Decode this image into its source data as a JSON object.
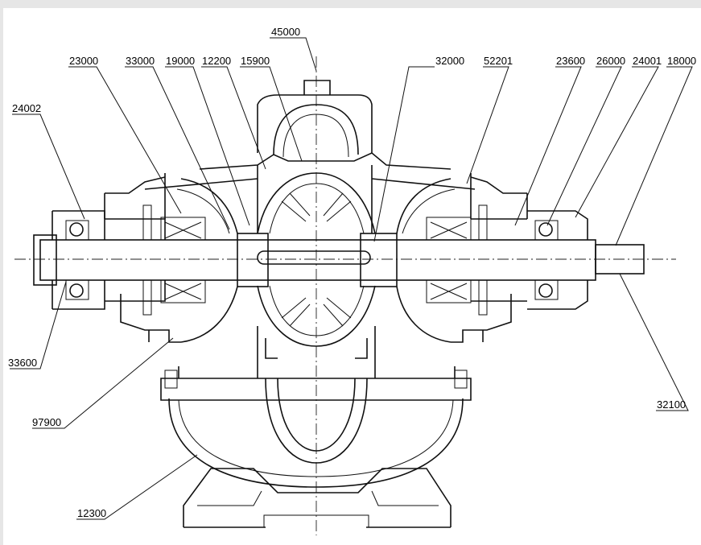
{
  "labels": {
    "l45000": "45000",
    "l23000": "23000",
    "l33000": "33000",
    "l19000": "19000",
    "l12200": "12200",
    "l15900": "15900",
    "l32000": "32000",
    "l52201": "52201",
    "l23600": "23600",
    "l26000": "26000",
    "l24001": "24001",
    "l18000": "18000",
    "l24002": "24002",
    "l33600": "33600",
    "l97900": "97900",
    "l32100": "32100",
    "l12300": "12300"
  },
  "colors": {
    "background": "#e6e6e6",
    "sheet": "#ffffff",
    "line": "#111111"
  }
}
